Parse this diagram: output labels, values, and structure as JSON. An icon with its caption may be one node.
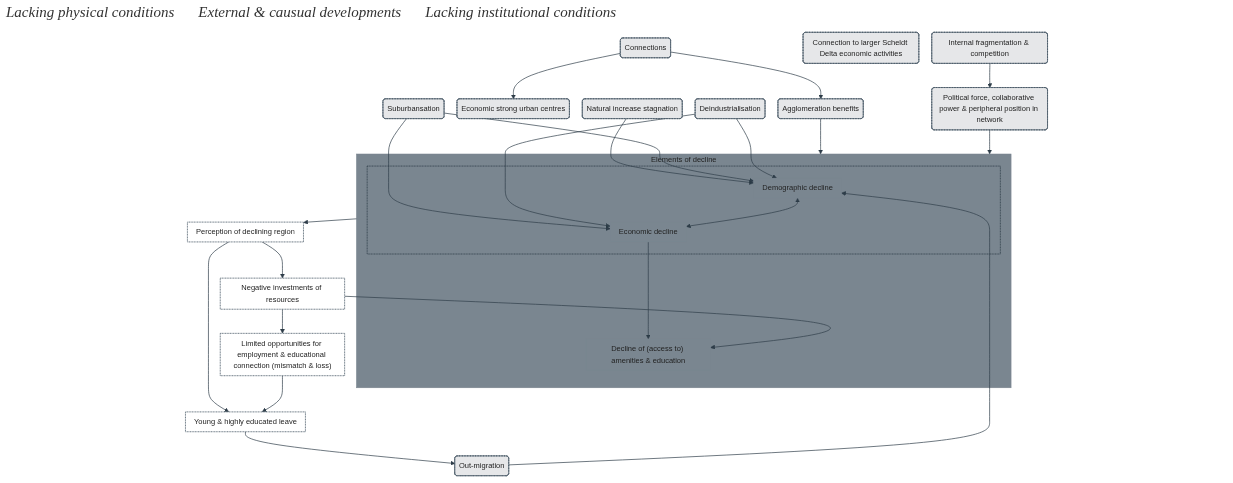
{
  "diagram": {
    "nodes": [
      {
        "text": [
          "Connections"
        ]
      },
      {
        "text": [
          "Agglomeration benefits"
        ]
      },
      {
        "text": [
          "Economic strong urban centres"
        ]
      },
      {
        "text": [
          "Elements of decline"
        ]
      },
      {
        "text": [],
        "shape": "box",
        "in": 3
      },
      {
        "text": [
          "Demographic decline"
        ],
        "in": 4
      },
      {
        "text": [
          "Economic decline"
        ],
        "in": 4
      },
      {
        "text": [
          "Decline of (access to) amenities & education"
        ],
        "in": 3
      },
      {
        "text": [
          "Out-migration"
        ]
      },
      {
        "text": [
          "Natural increase stagnation"
        ]
      },
      {
        "text": [
          "Suburbansation"
        ]
      },
      {
        "text": [
          "Deindustrialisation"
        ]
      },
      {
        "text": [
          "Young & highly educated leave"
        ]
      },
      {
        "text": [
          "Connection to larger Scheldt Delta economic activities"
        ]
      },
      {
        "text": [
          "Political force, collaborative power & peripheral position in network"
        ]
      },
      {
        "text": [
          "Internal fragmentation & competition"
        ]
      },
      {
        "text": [
          "Perception of declining region"
        ]
      },
      {
        "text": [
          "Negative investments of resources"
        ]
      },
      {
        "text": [
          "Limited opportunities for employment & educational connection (mismatch & loss)"
        ]
      }
    ],
    "edges": [
      {
        "from": 0,
        "to": 1,
        "arrow": "to"
      },
      {
        "from": 0,
        "to": 2,
        "arrow": "to"
      },
      {
        "from": 1,
        "to": 3,
        "arrow": "to"
      },
      {
        "from": 14,
        "to": 3,
        "arrow": "to"
      },
      {
        "from": 15,
        "to": 14,
        "arrow": "to"
      },
      {
        "from": 8,
        "to": 5,
        "arrow": "to"
      },
      {
        "from": 9,
        "to": 5,
        "arrow": "to"
      },
      {
        "from": 10,
        "to": 5,
        "arrow": "to"
      },
      {
        "from": 10,
        "to": 6,
        "arrow": "to"
      },
      {
        "from": 11,
        "to": 5,
        "arrow": "to"
      },
      {
        "from": 11,
        "to": 6,
        "arrow": "to"
      },
      {
        "from": 12,
        "to": 8,
        "arrow": "to"
      },
      {
        "from": 5,
        "to": 6,
        "arrow": "both"
      },
      {
        "from": 6,
        "to": 7,
        "arrow": "to"
      },
      {
        "from": 3,
        "to": 16,
        "arrow": "to"
      },
      {
        "from": 16,
        "to": 17,
        "arrow": "to"
      },
      {
        "from": 16,
        "to": 12,
        "arrow": "to"
      },
      {
        "from": 17,
        "to": 7,
        "arrow": "to"
      },
      {
        "from": 17,
        "to": 18,
        "arrow": "to"
      },
      {
        "from": 18,
        "to": 12,
        "arrow": "to"
      }
    ],
    "labels": [
      "Lacking physical conditions",
      "External & causual developments",
      "Lacking institutional conditions"
    ]
  }
}
